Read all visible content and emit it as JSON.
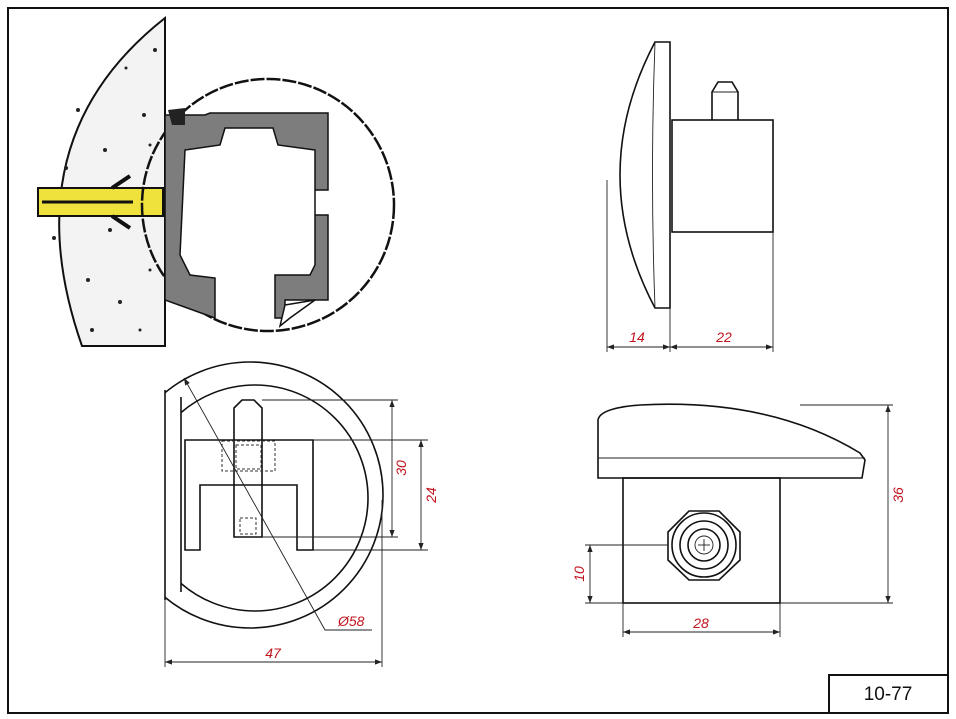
{
  "drawing_number": "10-77",
  "colors": {
    "dimension_text": "#c0141e",
    "anchor": "#f0e23c",
    "profile": "#7d7d7d",
    "concrete": "#f3f3f3"
  },
  "views": {
    "section": {
      "title": ""
    },
    "side": {
      "dims": {
        "cap_depth": "14",
        "body_depth": "22"
      }
    },
    "front": {
      "dims": {
        "pin_height": "30",
        "body_height": "24",
        "diameter": "Ø58",
        "width": "47"
      }
    },
    "top": {
      "dims": {
        "height": "36",
        "pin_offset": "10",
        "body_width": "28"
      }
    }
  }
}
